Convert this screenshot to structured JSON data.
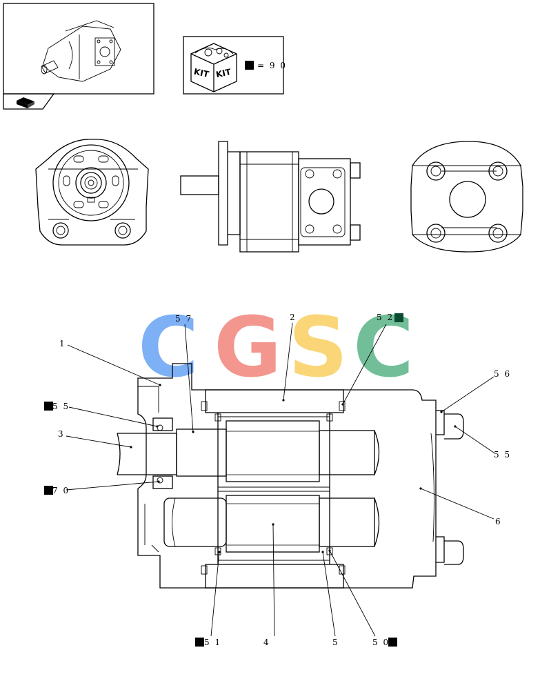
{
  "kit_box": {
    "kit_text_1": "KIT",
    "kit_text_2": "KIT",
    "equation": "= 9 0"
  },
  "watermark": {
    "letters": [
      "C",
      "G",
      "S",
      "C"
    ],
    "colors": [
      "#6fa8f5",
      "#f28b82",
      "#fad26a",
      "#63b88e"
    ]
  },
  "callouts": {
    "c1": "1",
    "c2": "2",
    "c3": "3",
    "c4": "4",
    "c5": "5",
    "c6": "6",
    "c50": "5 0",
    "c51": "5 1",
    "c52": "5 2",
    "c55_left": "5 5",
    "c55_right": "5 5",
    "c56": "5 6",
    "c57": "5 7",
    "c70": "7 0"
  },
  "colors": {
    "line": "#000000",
    "marker": "#000000",
    "background": "#ffffff"
  }
}
